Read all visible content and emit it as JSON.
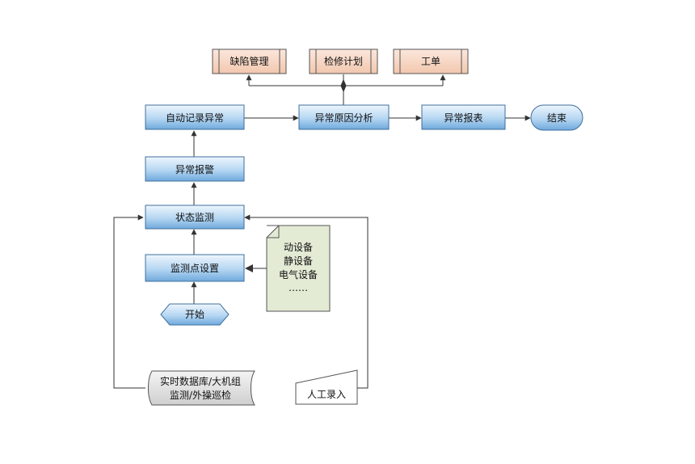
{
  "nodes": {
    "defect_mgmt": "缺陷管理",
    "maint_plan": "检修计划",
    "work_order": "工单",
    "auto_record": "自动记录异常",
    "cause_analysis": "异常原因分析",
    "anomaly_report": "异常报表",
    "end": "结束",
    "alarm": "异常报警",
    "status_monitor": "状态监测",
    "monitor_point_setup": "监测点设置",
    "start": "开始",
    "realtime_db_line1": "实时数据库/大机组",
    "realtime_db_line2": "监测/外操巡检",
    "manual_entry": "人工录入"
  },
  "equipment_note": {
    "lines": [
      "动设备",
      "静设备",
      "电气设备",
      "……"
    ]
  },
  "colors": {
    "process_fill_top": "#e8f2fc",
    "process_fill_bottom": "#7fb6e6",
    "output_fill": "#f8d8c8",
    "note_fill": "#e4ecd6",
    "data_fill": "#dddddd",
    "line": "#333333"
  }
}
